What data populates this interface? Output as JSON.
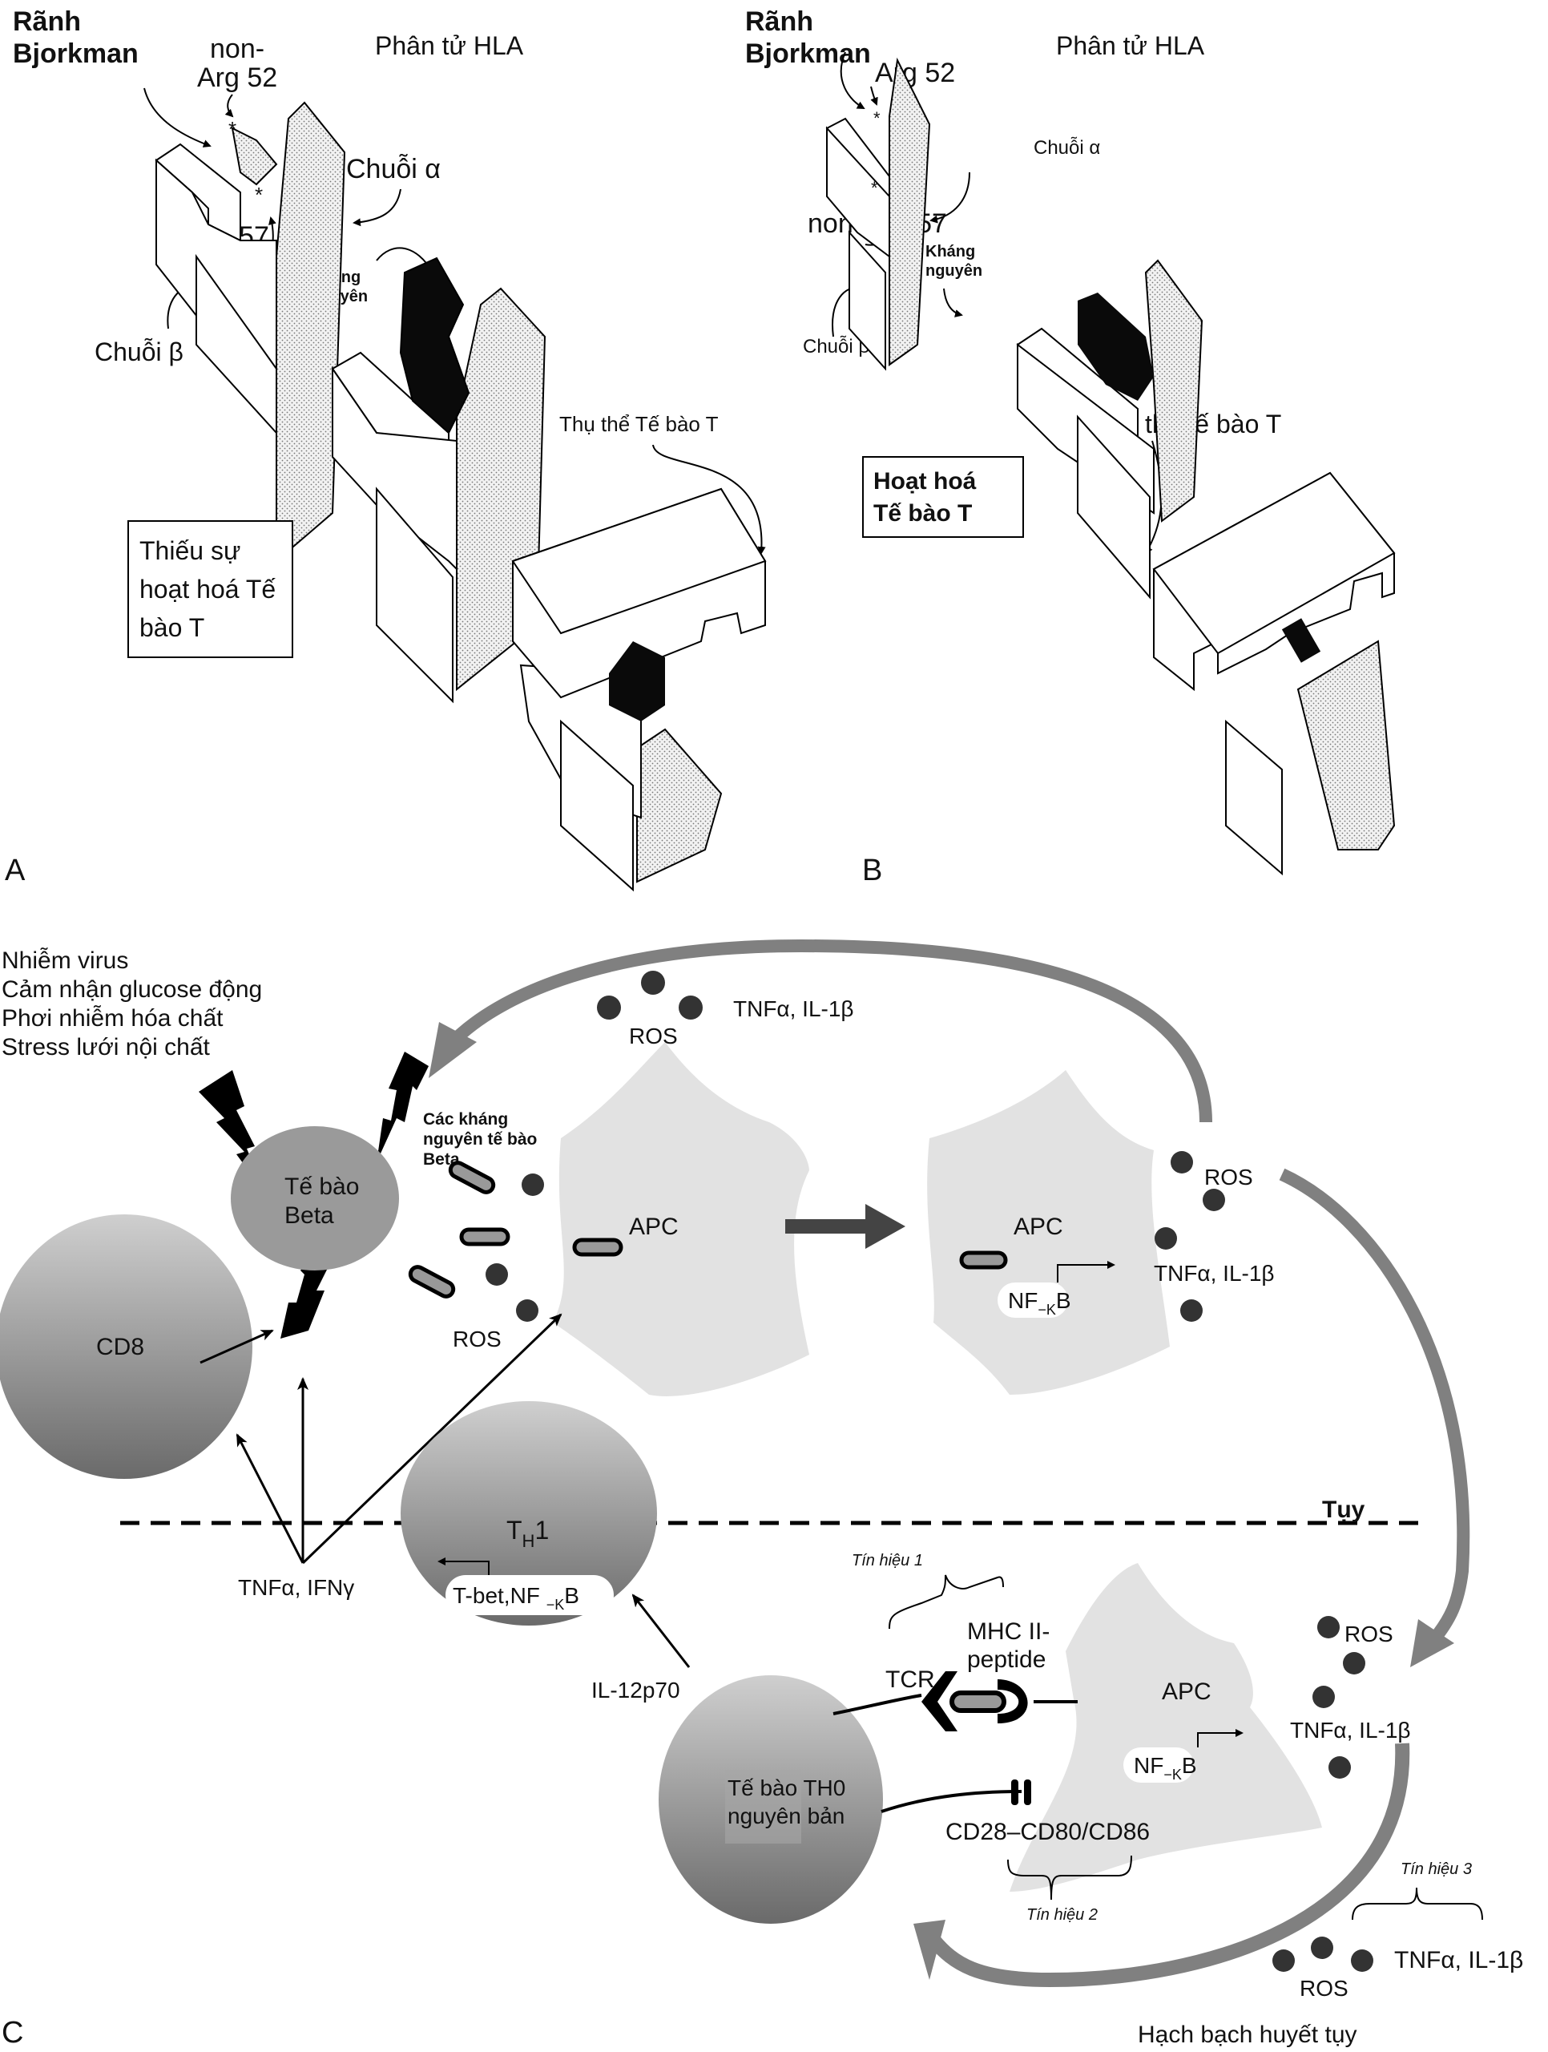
{
  "panel_a": {
    "letter": "A",
    "groove_label": [
      "Rãnh",
      "Bjorkman"
    ],
    "hla_label": "Phân tử HLA",
    "residue_top": [
      "non-",
      "Arg 52"
    ],
    "alpha_chain": "Chuỗi α",
    "residue_bottom": "Asp 57",
    "beta_chain": "Chuỗi β",
    "antigen": [
      "Kháng",
      "nguyên"
    ],
    "tcr_label": "Thụ thể Tế bào T",
    "outcome_box": [
      "Thiếu sự",
      "hoạt hoá Tế",
      "bào T"
    ]
  },
  "panel_b": {
    "letter": "B",
    "groove_label": [
      "Rãnh",
      "Bjorkman"
    ],
    "hla_label": "Phân tử HLA",
    "residue_top": "Arg 52",
    "alpha_chain": "Chuỗi α",
    "residue_bottom": "non-Asp 57",
    "beta_chain": "Chuỗi β",
    "antigen": [
      "Kháng",
      "nguyên"
    ],
    "tcr_label": "Thụ thể tế bào T",
    "outcome_box": [
      "Hoạt hoá",
      "Tế bào T"
    ]
  },
  "panel_c": {
    "letter": "C",
    "triggers": [
      "Nhiễm virus",
      "Cảm nhận glucose động",
      "Phơi nhiễm hóa chất",
      "Stress lưới nội chất"
    ],
    "beta_cell": [
      "Tế bào",
      "Beta"
    ],
    "beta_antigens": [
      "Các kháng",
      "nguyên tế bào",
      "Beta"
    ],
    "cd8": "CD8",
    "apc_1": "APC",
    "apc_2": "APC",
    "apc_3": "APC",
    "ros_top": "ROS",
    "cytokines_top": "TNFα, IL-1β",
    "ros_beta": "ROS",
    "ros_apc2": "ROS",
    "cytokines_apc2": "TNFα, IL-1β",
    "nfkb_apc2": {
      "base": "NF",
      "sub": "−K",
      "tail": "B"
    },
    "pancreas": "Tụy",
    "th1": {
      "base": "T",
      "sub": "H",
      "tail": "1"
    },
    "th1_tf": {
      "base": "T-bet,NF ",
      "sub": "−K",
      "tail": "B"
    },
    "tnf_ifn": "TNFα, IFNγ",
    "il12": "IL-12p70",
    "signal_1": "Tín hiệu 1",
    "tcr": "TCR",
    "mhc": [
      "MHC II-",
      "peptide"
    ],
    "ros_apc3": "ROS",
    "cytokines_apc3": "TNFα, IL-1β",
    "nfkb_apc3": {
      "base": "NF",
      "sub": "−K",
      "tail": "B"
    },
    "th0": [
      "Tế bào TH0",
      "nguyên bản"
    ],
    "costim": "CD28–CD80/CD86",
    "signal_2": "Tín hiệu 2",
    "signal_3": "Tín hiệu 3",
    "ros_bottom": "ROS",
    "cytokines_bottom": "TNFα, IL-1β",
    "lymph_node": "Hạch bạch huyết tụy"
  },
  "colors": {
    "arrow_gray": "#808080",
    "apc_fill": "#e2e2e2",
    "beta_cell_fill": "#9a9a9a",
    "dot_fill": "#333333",
    "stipple": "#c8c8c8",
    "antigen_black": "#0a0a0a"
  }
}
